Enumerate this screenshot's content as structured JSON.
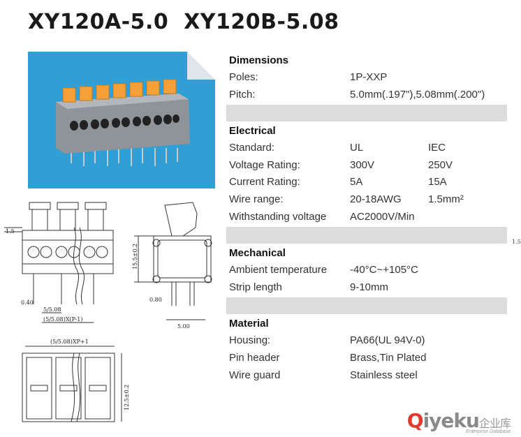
{
  "title": "XY120A-5.0  XY120B-5.08",
  "specs": {
    "dimensions": {
      "title": "Dimensions",
      "rows": [
        {
          "label": "Poles:",
          "value": "1P-XXP",
          "value2": ""
        },
        {
          "label": "Pitch:",
          "value": "5.0mm(.197\"),5.08mm(.200\")",
          "value2": ""
        }
      ]
    },
    "electrical": {
      "title": "Electrical",
      "rows": [
        {
          "label": "Standard:",
          "value": "UL",
          "value2": "IEC"
        },
        {
          "label": "Voltage Rating:",
          "value": "300V",
          "value2": "250V"
        },
        {
          "label": "Current Rating:",
          "value": "5A",
          "value2": "15A"
        },
        {
          "label": "Wire range:",
          "value": "20-18AWG",
          "value2": "1.5mm²"
        },
        {
          "label": "Withstanding voltage",
          "value": "AC2000V/Min",
          "value2": ""
        }
      ]
    },
    "mechanical": {
      "title": "Mechanical",
      "rows": [
        {
          "label": "Ambient temperature",
          "value": "-40°C~+105°C",
          "value2": ""
        },
        {
          "label": "Strip length",
          "value": "9-10mm",
          "value2": ""
        }
      ]
    },
    "material": {
      "title": "Material",
      "rows": [
        {
          "label": "Housing:",
          "value": "PA66(UL 94V-0)",
          "value2": ""
        },
        {
          "label": "Pin header",
          "value": "Brass,Tin Plated",
          "value2": ""
        },
        {
          "label": "Wire guard",
          "value": "Stainless steel",
          "value2": ""
        }
      ]
    }
  },
  "drawing_labels": {
    "front": {
      "d1": "1.5",
      "d2": "0.40",
      "d3": "5/5.08",
      "d4": "(5/5.08)X(P-1)"
    },
    "side": {
      "d1": "15.5±0.2",
      "d2": "0.80",
      "d3": "5.00"
    },
    "bottom": {
      "d1": "(5/5.08)XP+1",
      "d2": "12.5±0.2"
    },
    "edge": "1.5"
  },
  "watermark": {
    "brand_q": "Q",
    "brand_rest": "iyeku",
    "cn": "企业库",
    "sub": "Enterprise Database"
  },
  "colors": {
    "photo_bg": "#2f9fd6",
    "body_grey": "#8f9499",
    "lever_orange": "#f4a13a",
    "band_grey": "#dcdcdc"
  }
}
